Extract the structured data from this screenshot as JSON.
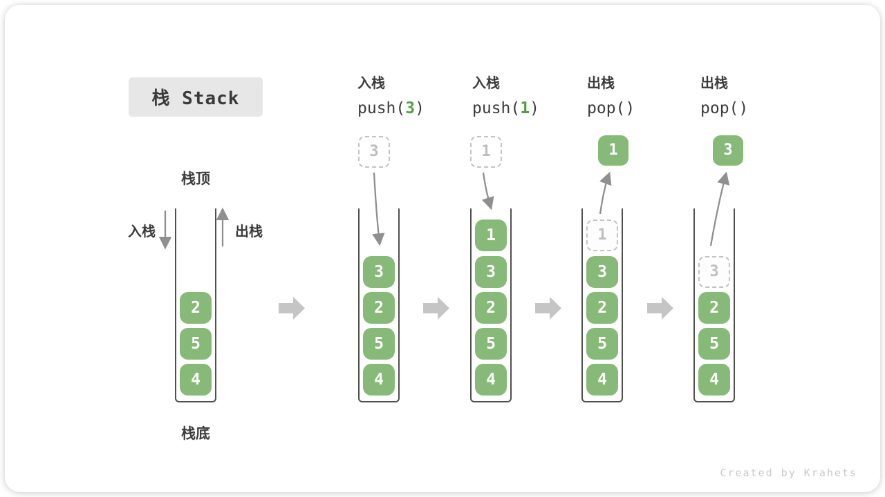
{
  "title": "栈 Stack",
  "watermark": "Created by Krahets",
  "legend": {
    "stack_top": "栈顶",
    "stack_bottom": "栈底",
    "push_in": "入栈",
    "pop_out": "出栈"
  },
  "colors": {
    "cell_green": "#87ba78",
    "code_green": "#55a047",
    "stack_wall": "#4f4f4f",
    "curve_arrow": "#8f8f8f",
    "block_arrow": "#c5c5c5",
    "ghost_border": "#c3c3c3",
    "ghost_text": "#bdbdbd",
    "title_bg": "#e7e7e7",
    "text": "#3c3c3c",
    "watermark": "#c9c9c9"
  },
  "steps": [
    {
      "stack": [
        "2",
        "5",
        "4"
      ]
    },
    {
      "op": "入栈",
      "code_pre": "push(",
      "code_arg": "3",
      "code_post": ")",
      "float": "3",
      "stack": [
        "3",
        "2",
        "5",
        "4"
      ]
    },
    {
      "op": "入栈",
      "code_pre": "push(",
      "code_arg": "1",
      "code_post": ")",
      "float": "1",
      "stack": [
        "1",
        "3",
        "2",
        "5",
        "4"
      ]
    },
    {
      "op": "出栈",
      "code_pre": "pop(",
      "code_arg": "",
      "code_post": ")",
      "float": "1",
      "ghost": "1",
      "stack": [
        "3",
        "2",
        "5",
        "4"
      ]
    },
    {
      "op": "出栈",
      "code_pre": "pop(",
      "code_arg": "",
      "code_post": ")",
      "float": "3",
      "ghost": "3",
      "stack": [
        "2",
        "5",
        "4"
      ]
    }
  ]
}
